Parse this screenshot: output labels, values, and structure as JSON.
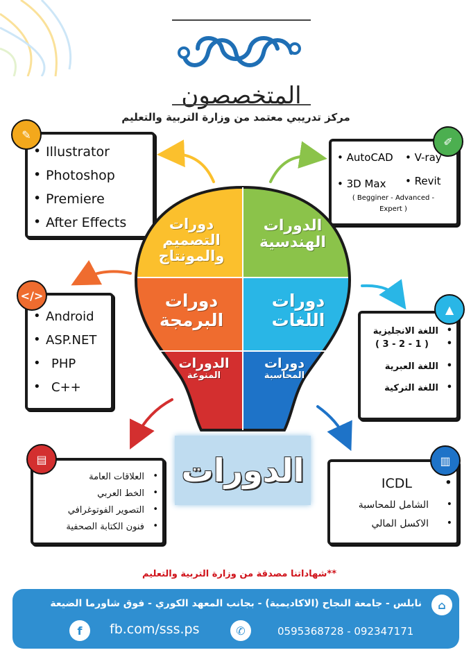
{
  "brand": {
    "name": "المتخصصون",
    "subtitle": "مركز تدريبي معتمد من وزارة التربية والتعليم"
  },
  "design_box": {
    "items": [
      "Illustrator",
      "Photoshop",
      "Premiere",
      "After Effects"
    ],
    "icon": "pen-tool-icon"
  },
  "engineering_box": {
    "items": [
      "AutoCAD",
      "V-ray",
      "3D Max",
      "Revit"
    ],
    "note": "( Begginer - Advanced - Expert )",
    "icon": "compass-ruler-icon"
  },
  "programming_box": {
    "items": [
      "Android",
      "ASP.NET",
      "PHP",
      "C++"
    ],
    "icon": "code-screen-icon"
  },
  "languages_box": {
    "items": [
      "اللغة الانجليزية",
      "( 3 - 2 - 1 )",
      "اللغة العبرية",
      "اللغة التركية"
    ],
    "icon": "shapes-icon"
  },
  "misc_box": {
    "items": [
      "العلاقات العامة",
      "الخط العربي",
      "التصوير الفوتوغرافي",
      "فنون الكتابة الصحفية"
    ],
    "icon": "notebook-icon"
  },
  "accounting_box": {
    "items": [
      "ICDL",
      "الشامل للمحاسبة",
      "الاكسل المالي"
    ],
    "icon": "bar-chart-icon"
  },
  "bulb": {
    "design": "دورات التصميم والمونتاج",
    "engineering": "الدورات الهندسية",
    "programming": "دورات البرمجة",
    "languages": "دورات اللغات",
    "misc_title": "الدورات",
    "misc_sub": "المنوعة",
    "accounting_title": "دورات",
    "accounting_sub": "المحاسبة"
  },
  "banner": "الدورات",
  "certification": "**شهاداتنا مصدقة من وزارة التربية والتعليم",
  "footer": {
    "address": "نابلس - جامعة النجاح (الاكاديمية) - بجانب المعهد الكوري - فوق شاورما الضيعة",
    "facebook": "fb.com/sss.ps",
    "phones": "0595368728  -  092347171"
  },
  "colors": {
    "yellow": "#fbc02d",
    "green": "#8bc34a",
    "orange": "#ef6c2f",
    "cyan": "#29b6e6",
    "red": "#d32f2f",
    "blue": "#1e73c8",
    "footer": "#2f8fd1"
  }
}
